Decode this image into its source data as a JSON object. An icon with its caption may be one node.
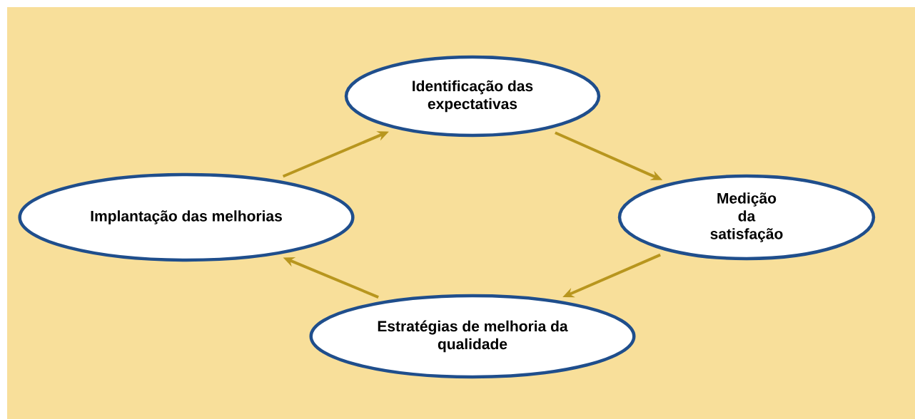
{
  "diagram": {
    "nodes": [
      {
        "text": [
          "Identificação das expectativas"
        ]
      },
      {
        "text": [
          "Implantação das melhorias"
        ]
      },
      {
        "text": [
          "Medição da satisfação"
        ]
      },
      {
        "text": [
          "Estratégias de melhoria da qualidade"
        ]
      }
    ],
    "edges": [
      {
        "from": 0,
        "to": 2,
        "arrow": "to"
      },
      {
        "from": 2,
        "to": 3,
        "arrow": "to"
      },
      {
        "from": 3,
        "to": 1,
        "arrow": "to"
      },
      {
        "from": 1,
        "to": 0,
        "arrow": "to"
      }
    ]
  }
}
